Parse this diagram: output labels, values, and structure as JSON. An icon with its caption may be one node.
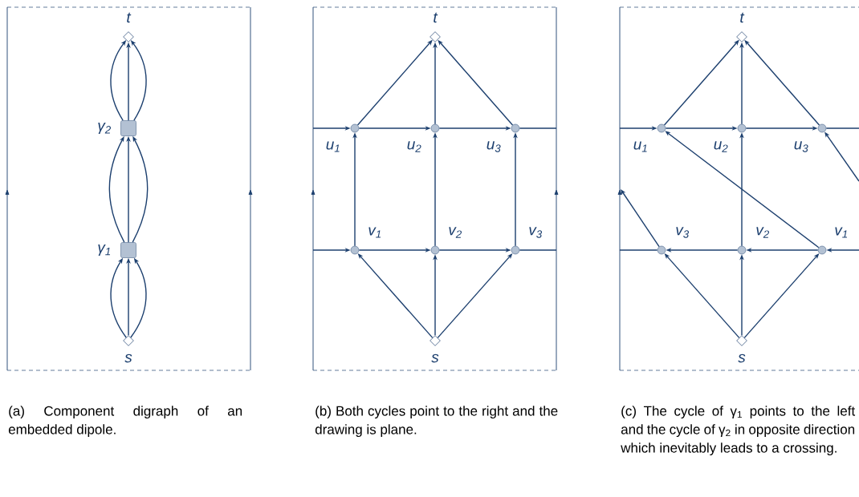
{
  "diagram": {
    "nodes": [
      {
        "text": [
          "t"
        ]
      },
      {
        "text": [
          "γ$_{2}$"
        ]
      },
      {
        "text": [
          "γ$_{1}$"
        ]
      },
      {
        "text": [
          "s"
        ]
      },
      {
        "text": [
          "t"
        ]
      },
      {
        "text": [
          "u$_{1}$"
        ]
      },
      {
        "text": [
          "u$_{2}$"
        ]
      },
      {
        "text": [
          "u$_{3}$"
        ]
      },
      {
        "text": [
          "v$_{1}$"
        ]
      },
      {
        "text": [
          "v$_{2}$"
        ]
      },
      {
        "text": [
          "v$_{3}$"
        ]
      },
      {
        "text": [
          "s"
        ]
      },
      {
        "text": [
          "t"
        ]
      },
      {
        "text": [
          "u$_{1}$"
        ]
      },
      {
        "text": [
          "u$_{2}$"
        ]
      },
      {
        "text": [
          "u$_{3}$"
        ]
      },
      {
        "text": [
          "v$_{3}$"
        ]
      },
      {
        "text": [
          "v$_{2}$"
        ]
      },
      {
        "text": [
          "v$_{1}$"
        ]
      },
      {
        "text": [
          "s"
        ]
      }
    ],
    "edges": [
      {
        "from": 3,
        "to": 2,
        "arrow": "to"
      },
      {
        "from": 3,
        "to": 2,
        "arrow": "to"
      },
      {
        "from": 3,
        "to": 2,
        "arrow": "to"
      },
      {
        "from": 2,
        "to": 1,
        "arrow": "to"
      },
      {
        "from": 2,
        "to": 1,
        "arrow": "to"
      },
      {
        "from": 2,
        "to": 1,
        "arrow": "to"
      },
      {
        "from": 1,
        "to": 0,
        "arrow": "to"
      },
      {
        "from": 1,
        "to": 0,
        "arrow": "to"
      },
      {
        "from": 1,
        "to": 0,
        "arrow": "to"
      },
      {
        "from": 5,
        "to": 4,
        "arrow": "to"
      },
      {
        "from": 6,
        "to": 4,
        "arrow": "to"
      },
      {
        "from": 7,
        "to": 4,
        "arrow": "to"
      },
      {
        "from": null,
        "to": 5,
        "arrow": "to"
      },
      {
        "from": 5,
        "to": 6,
        "arrow": "to"
      },
      {
        "from": 6,
        "to": 7,
        "arrow": "to"
      },
      {
        "from": 7,
        "to": null,
        "arrow": "none"
      },
      {
        "from": 8,
        "to": 5,
        "arrow": "to"
      },
      {
        "from": 9,
        "to": 6,
        "arrow": "to"
      },
      {
        "from": 10,
        "to": 7,
        "arrow": "to"
      },
      {
        "from": null,
        "to": 8,
        "arrow": "to"
      },
      {
        "from": 8,
        "to": 9,
        "arrow": "to"
      },
      {
        "from": 9,
        "to": 10,
        "arrow": "to"
      },
      {
        "from": 10,
        "to": null,
        "arrow": "none"
      },
      {
        "from": 11,
        "to": 8,
        "arrow": "to"
      },
      {
        "from": 11,
        "to": 9,
        "arrow": "to"
      },
      {
        "from": 11,
        "to": 10,
        "arrow": "to"
      },
      {
        "from": 13,
        "to": 12,
        "arrow": "to"
      },
      {
        "from": 14,
        "to": 12,
        "arrow": "to"
      },
      {
        "from": 15,
        "to": 12,
        "arrow": "to"
      },
      {
        "from": null,
        "to": 13,
        "arrow": "to"
      },
      {
        "from": 13,
        "to": 14,
        "arrow": "to"
      },
      {
        "from": 14,
        "to": 15,
        "arrow": "to"
      },
      {
        "from": 15,
        "to": null,
        "arrow": "none"
      },
      {
        "from": 18,
        "to": 13,
        "arrow": "to"
      },
      {
        "from": 17,
        "to": 14,
        "arrow": "to"
      },
      {
        "from": null,
        "to": 15,
        "arrow": "to"
      },
      {
        "from": 16,
        "to": null,
        "arrow": "to"
      },
      {
        "from": 16,
        "to": null,
        "arrow": "none"
      },
      {
        "from": 17,
        "to": 16,
        "arrow": "to"
      },
      {
        "from": 18,
        "to": 17,
        "arrow": "to"
      },
      {
        "from": null,
        "to": 18,
        "arrow": "to"
      },
      {
        "from": 19,
        "to": 16,
        "arrow": "to"
      },
      {
        "from": 19,
        "to": 17,
        "arrow": "to"
      },
      {
        "from": 19,
        "to": 18,
        "arrow": "to"
      }
    ],
    "labels": [
      "(a) Component digraph of an embedded dipole.",
      "(b) Both cycles point to the right and the drawing is plane.",
      "(c) The cycle of γ$_{1}$ points to the left and the cycle of γ$_{2}$ in opposite direction which inevitably leads to a crossing."
    ]
  }
}
